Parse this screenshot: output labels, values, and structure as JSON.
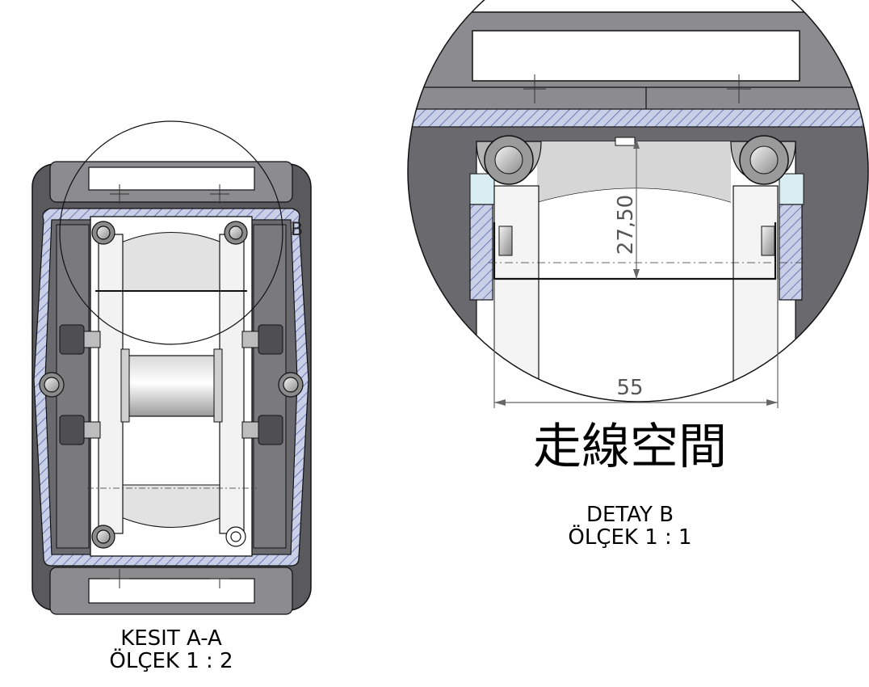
{
  "section_view": {
    "title": "KESIT A-A",
    "scale": "ÖLÇEK 1 : 2",
    "detail_marker": "B"
  },
  "detail_view": {
    "title": "DETAY B",
    "scale": "ÖLÇEK 1 : 1",
    "dimension_width": "55",
    "dimension_height": "27,50",
    "callout": "走線空間"
  },
  "colors": {
    "body_dark": "#5a5a5e",
    "body_mid": "#8c8c90",
    "hatch_fill": "#c8cfe6",
    "hatch_line": "#4a56a0",
    "metal_light": "#e6e6e6",
    "line": "#111111"
  }
}
